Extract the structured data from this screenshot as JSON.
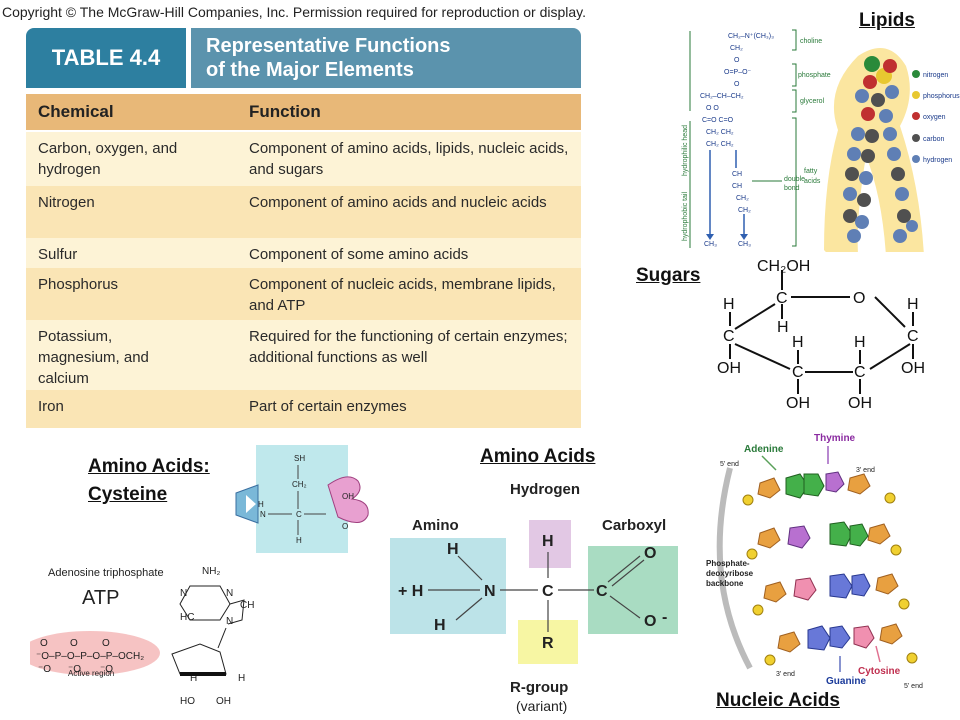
{
  "copyright": "Copyright © The McGraw-Hill Companies, Inc. Permission required for reproduction or display.",
  "table": {
    "number": "TABLE 4.4",
    "title_line1": "Representative Functions",
    "title_line2": "of the Major Elements",
    "col_chemical": "Chemical",
    "col_function": "Function",
    "rows": [
      {
        "chemical": "Carbon, oxygen, and hydrogen",
        "function": "Component of amino acids, lipids, nucleic acids, and sugars"
      },
      {
        "chemical": "Nitrogen",
        "function": "Component of amino acids and nucleic acids"
      },
      {
        "chemical": "Sulfur",
        "function": "Component of some amino acids"
      },
      {
        "chemical": "Phosphorus",
        "function": "Component of nucleic acids, membrane lipids, and ATP"
      },
      {
        "chemical": "Potassium, magnesium, and calcium",
        "function": "Required for the functioning of certain enzymes; additional functions as well"
      },
      {
        "chemical": "Iron",
        "function": "Part of certain enzymes"
      }
    ]
  },
  "labels": {
    "lipids": "Lipids",
    "sugars": "Sugars",
    "amino_cysteine_1": "Amino Acids:",
    "amino_cysteine_2": "Cysteine",
    "amino_acids": "Amino Acids",
    "nucleic_acids": "Nucleic Acids"
  },
  "lipid": {
    "head": "hydrophilic head",
    "tail": "hydrophobic tail",
    "choline": "choline",
    "phosphate": "phosphate",
    "glycerol": "glycerol",
    "fatty_acids": "fatty acids",
    "double_bond": "double bond",
    "legend": [
      "nitrogen",
      "phosphorus",
      "oxygen",
      "carbon",
      "hydrogen"
    ],
    "colors": {
      "nitrogen": "#2a8a3a",
      "phosphorus": "#e8c830",
      "oxygen": "#c03030",
      "carbon": "#505050",
      "hydrogen": "#5f7fb5"
    }
  },
  "sugar": {
    "ch2oh": "CH₂OH",
    "atoms": {
      "C": "C",
      "O": "O",
      "H": "H",
      "OH": "OH"
    }
  },
  "cysteine": {
    "sh": "SH",
    "ch2": "CH₂",
    "c": "C",
    "h": "H",
    "n": "N",
    "oh": "OH",
    "o": "O"
  },
  "atp": {
    "name": "Adenosine triphosphate",
    "abbr": "ATP",
    "active_region": "Active region",
    "nh2": "NH₂"
  },
  "amino": {
    "hydrogen": "Hydrogen",
    "amino": "Amino",
    "carboxyl": "Carboxyl",
    "rgroup": "R-group",
    "variant": "(variant)",
    "plus_h": "+ H",
    "n": "N",
    "c": "C",
    "h": "H",
    "r": "R",
    "o": "O",
    "o_minus": "O",
    "minus": "-"
  },
  "dna": {
    "adenine": "Adenine",
    "thymine": "Thymine",
    "guanine": "Guanine",
    "cytosine": "Cytosine",
    "five_end_top": "5' end",
    "three_end_top": "3' end",
    "three_end_bottom": "3' end",
    "five_end_bottom": "5' end",
    "backbone": "Phosphate-deoxyribose backbone",
    "backbone_1": "Phosphate-",
    "backbone_2": "deoxyribose",
    "backbone_3": "backbone"
  }
}
